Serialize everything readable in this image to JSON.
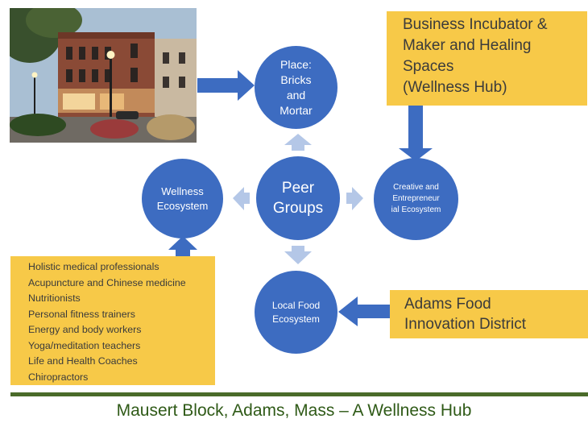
{
  "photo": {
    "description_icon": "street-photo"
  },
  "circles": {
    "place": [
      "Place:",
      "Bricks",
      "and",
      "Mortar"
    ],
    "peer": [
      "Peer",
      "Groups"
    ],
    "wellness": [
      "Wellness",
      "Ecosystem"
    ],
    "creative": [
      "Creative and",
      "Entrepreneur",
      "ial Ecosystem"
    ],
    "food": [
      "Local Food",
      "Ecosystem"
    ]
  },
  "boxes": {
    "incubator": [
      "Business Incubator &",
      "Maker and Healing",
      "Spaces",
      "(Wellness Hub)"
    ],
    "wellness_list": [
      "Holistic medical professionals",
      "Acupuncture and Chinese medicine",
      "Nutritionists",
      "Personal fitness trainers",
      "Energy and body workers",
      "Yoga/meditation teachers",
      "Life and Health Coaches",
      "Chiropractors"
    ],
    "adams": [
      "Adams Food",
      "Innovation District"
    ]
  },
  "caption": "Mausert Block, Adams, Mass – A Wellness Hub",
  "colors": {
    "circle": "#3d6cc1",
    "box": "#f7c948",
    "arrow_dark": "#3d6cc1",
    "arrow_light": "#b4c7e7",
    "caption": "#2f5a17",
    "rule": "#4a6b2a"
  }
}
